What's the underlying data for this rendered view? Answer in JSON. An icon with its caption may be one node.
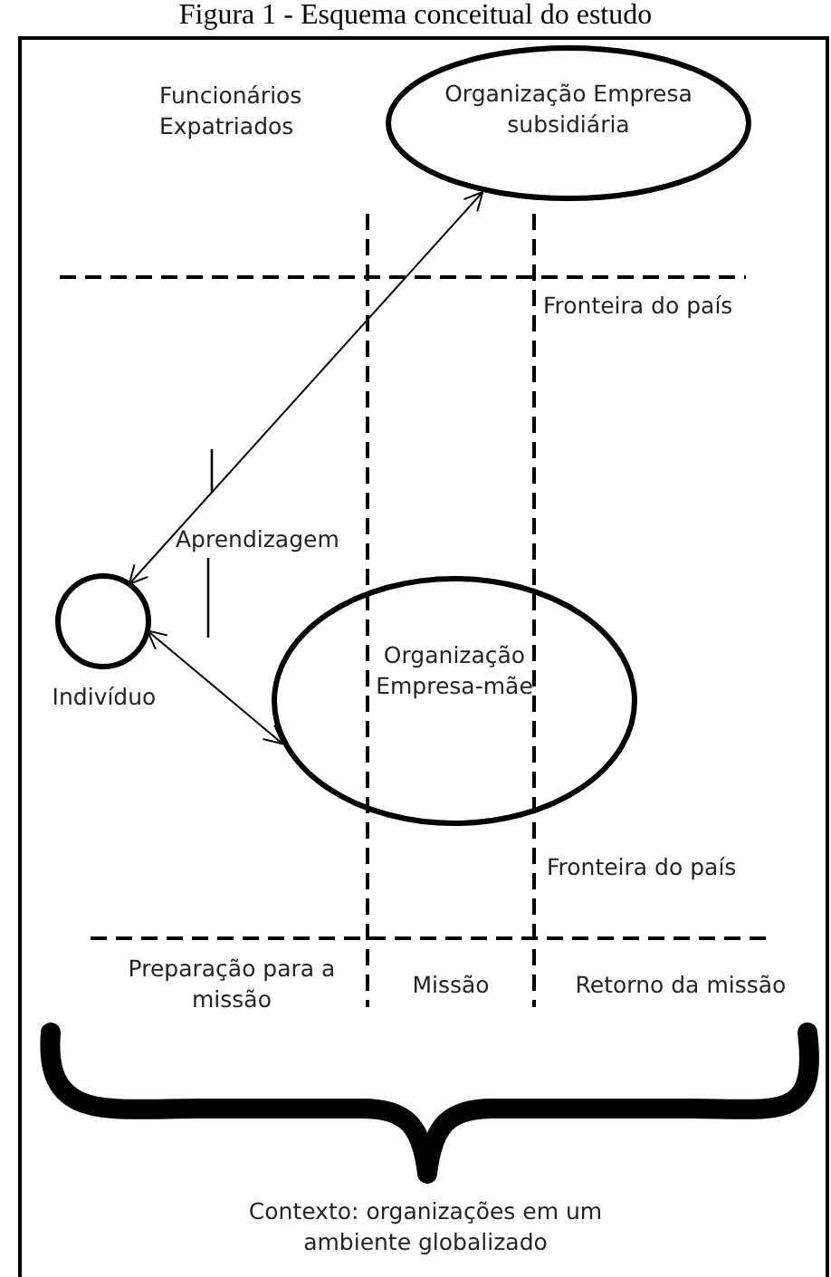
{
  "diagram": {
    "title": "Figura 1 - Esquema conceitual do estudo",
    "nodes": [
      {
        "text": [
          "Organização Empresa subsidiária"
        ]
      },
      {
        "text": [
          "Indivíduo"
        ]
      },
      {
        "text": [
          "Organização Empresa-mãe"
        ]
      }
    ],
    "edges": [
      {
        "from": 1,
        "to": 0,
        "arrow": "both"
      },
      {
        "from": 1,
        "to": 2,
        "arrow": "both"
      }
    ],
    "labels": [
      "Funcionários Expatriados",
      "Fronteira do país",
      "Aprendizagem",
      "Fronteira do país",
      "Preparação para a missão",
      "Missão",
      "Retorno da missão",
      "Contexto: organizações em um ambiente globalizado"
    ]
  }
}
